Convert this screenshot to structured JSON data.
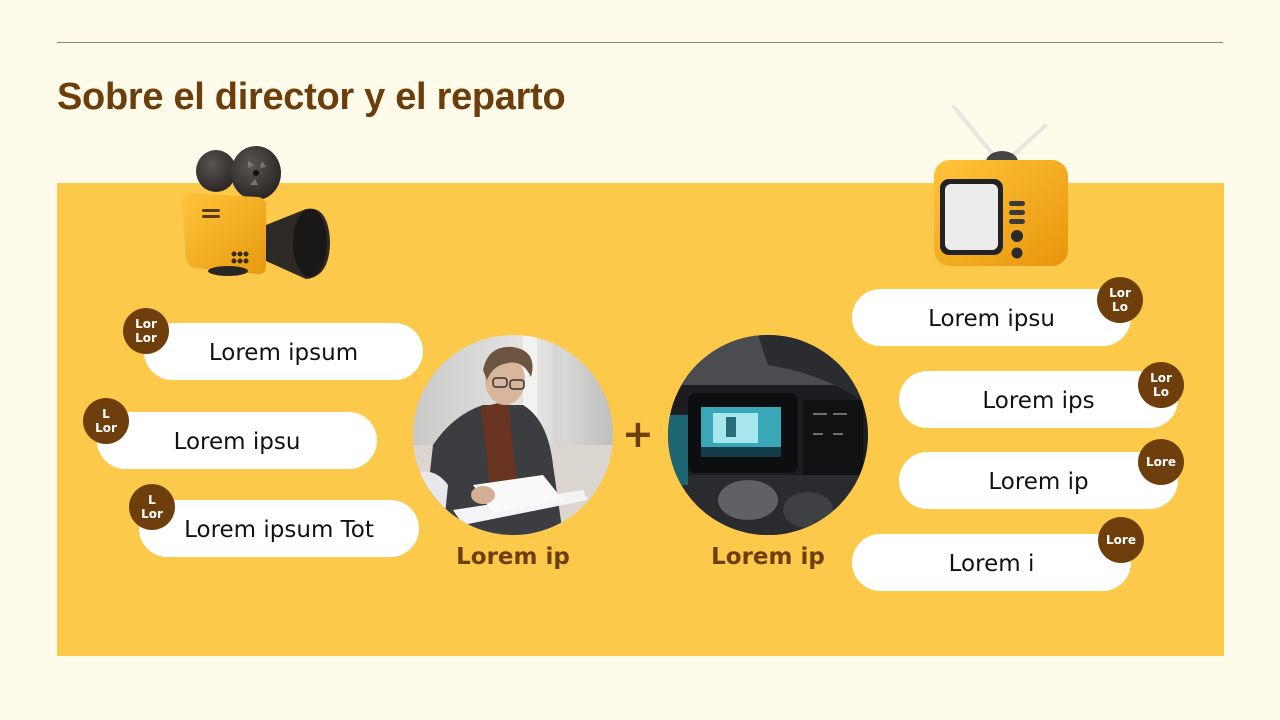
{
  "slide": {
    "title": "Sobre el director y el reparto",
    "colors": {
      "background": "#fffbeb",
      "panel": "#fdc94a",
      "accent_brown": "#6e3f0c",
      "title_brown": "#6b3e0c",
      "pill": "#ffffff",
      "rule": "#8a8468"
    }
  },
  "icons": {
    "left": "film-projector-camera-icon",
    "right": "retro-tv-icon"
  },
  "left_list": [
    {
      "label": "Lorem ipsum",
      "badge_lines": [
        "Lor",
        "Lor"
      ]
    },
    {
      "label": "Lorem ipsu",
      "badge_lines": [
        "L",
        "Lor"
      ]
    },
    {
      "label": "Lorem ipsum Tot",
      "badge_lines": [
        "L",
        "Lor"
      ]
    }
  ],
  "right_list": [
    {
      "label": "Lorem ipsu",
      "badge_lines": [
        "Lor",
        "Lo"
      ]
    },
    {
      "label": "Lorem ips",
      "badge_lines": [
        "Lor",
        "Lo"
      ]
    },
    {
      "label": "Lorem ip",
      "badge_lines": [
        "Lore"
      ]
    },
    {
      "label": "Lorem i",
      "badge_lines": [
        "Lore"
      ]
    }
  ],
  "center": {
    "director": {
      "caption": "Lorem ip",
      "photo": "man-reading-script-photo"
    },
    "plus": "+",
    "camera": {
      "caption": "Lorem ip",
      "photo": "video-camera-viewfinder-photo"
    }
  }
}
